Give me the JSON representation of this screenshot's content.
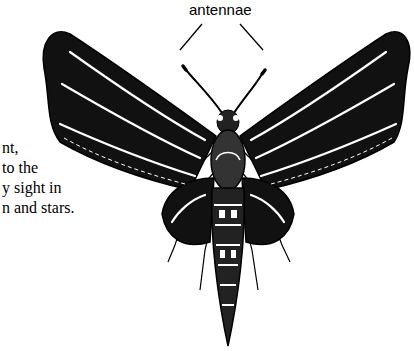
{
  "diagram": {
    "labels": [
      "antennae",
      "nt,",
      "to the",
      "y sight in",
      "n and stars."
    ]
  }
}
